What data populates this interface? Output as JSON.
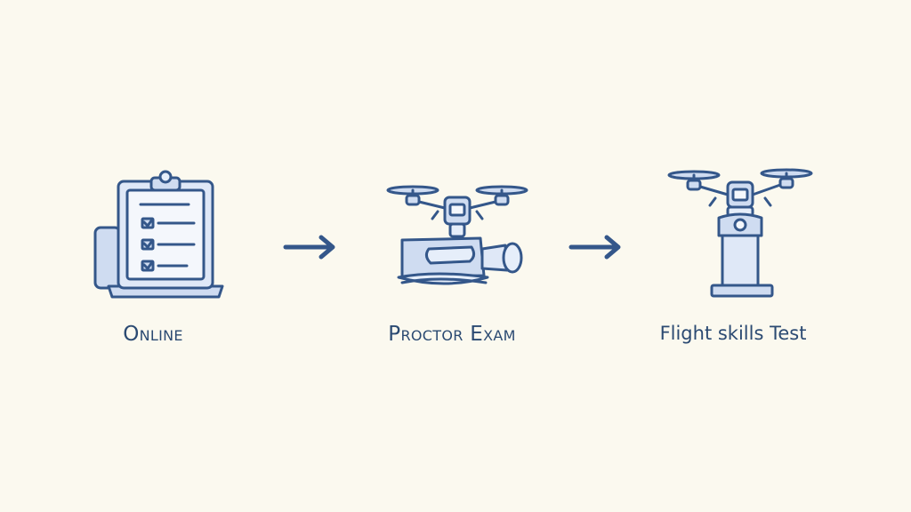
{
  "steps": [
    {
      "label": "Online",
      "icon": "clipboard-laptop-icon"
    },
    {
      "label": "Proctor Exam",
      "icon": "drone-camera-icon"
    },
    {
      "label": "Flight skills Test",
      "icon": "drone-pedestal-icon"
    }
  ],
  "colors": {
    "background": "#fbf9ef",
    "stroke": "#34578a",
    "fill": "#cfdcf1",
    "fill_light": "#e6eefa",
    "text": "#2b4a72"
  }
}
